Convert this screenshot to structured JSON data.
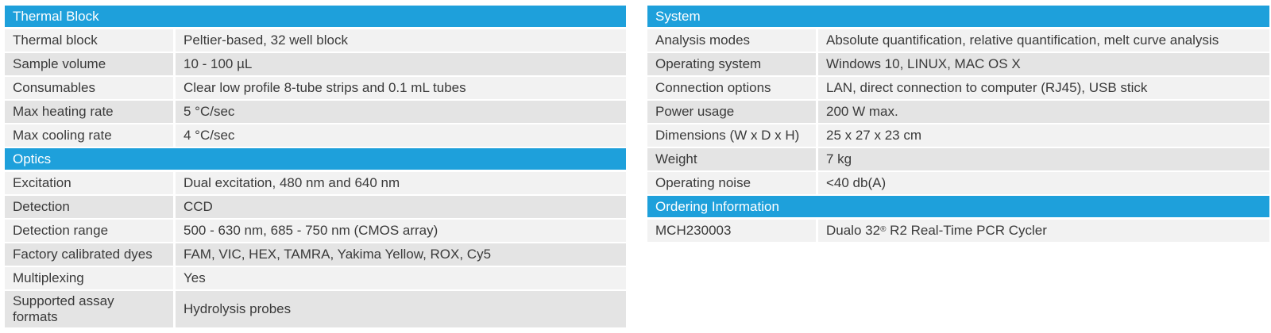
{
  "left": {
    "sections": [
      {
        "title": "Thermal Block",
        "rows": [
          {
            "label": "Thermal block",
            "value": "Peltier-based, 32 well block"
          },
          {
            "label": "Sample volume",
            "value": "10 - 100 µL"
          },
          {
            "label": "Consumables",
            "value": "Clear low profile 8-tube strips and 0.1 mL tubes"
          },
          {
            "label": "Max heating rate",
            "value": "5 °C/sec"
          },
          {
            "label": "Max cooling rate",
            "value": "4 °C/sec"
          }
        ]
      },
      {
        "title": "Optics",
        "rows": [
          {
            "label": "Excitation",
            "value": "Dual excitation, 480 nm and 640 nm"
          },
          {
            "label": "Detection",
            "value": "CCD"
          },
          {
            "label": "Detection range",
            "value": "500 - 630 nm, 685 - 750 nm (CMOS array)"
          },
          {
            "label": "Factory calibrated dyes",
            "value": "FAM, VIC, HEX, TAMRA, Yakima Yellow, ROX, Cy5"
          },
          {
            "label": "Multiplexing",
            "value": "Yes"
          },
          {
            "label": "Supported assay formats",
            "value": "Hydrolysis probes"
          }
        ]
      }
    ]
  },
  "right": {
    "sections": [
      {
        "title": "System",
        "rows": [
          {
            "label": "Analysis modes",
            "value": "Absolute quantification, relative quantification, melt curve analysis"
          },
          {
            "label": "Operating system",
            "value": "Windows 10, LINUX, MAC OS X"
          },
          {
            "label": "Connection options",
            "value": "LAN, direct connection to computer (RJ45), USB stick"
          },
          {
            "label": "Power usage",
            "value": "200 W max."
          },
          {
            "label": "Dimensions (W x D x H)",
            "value": "25 x 27 x 23 cm"
          },
          {
            "label": "Weight",
            "value": "7 kg"
          },
          {
            "label": "Operating noise",
            "value": "<40 db(A)"
          }
        ]
      },
      {
        "title": "Ordering Information",
        "rows": [
          {
            "label": "MCH230003",
            "value_prefix": "Dualo 32",
            "value_sup": "®",
            "value_suffix": " R2 Real-Time PCR Cycler"
          }
        ]
      }
    ]
  }
}
